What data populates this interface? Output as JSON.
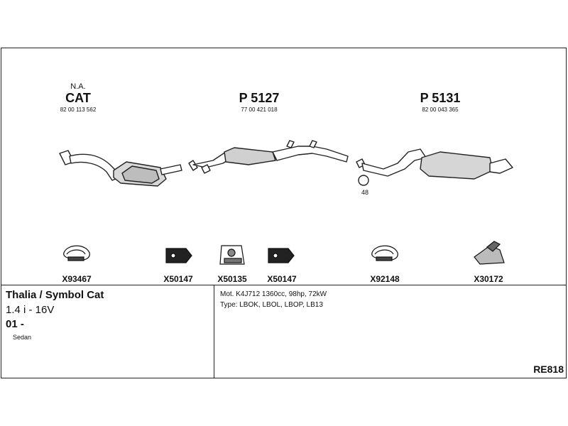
{
  "parts": [
    {
      "note": "N.A.",
      "code": "CAT",
      "number": "82 00 113 562"
    },
    {
      "note": "",
      "code": "P 5127",
      "number": "77 00 421 018"
    },
    {
      "note": "",
      "code": "P 5131",
      "number": "82 00 043 365"
    }
  ],
  "hanger_count": "48",
  "accessories": [
    {
      "code": "X93467",
      "icon": "clamp-icon"
    },
    {
      "code": "X50147",
      "icon": "rubber-hanger-icon"
    },
    {
      "code": "X50135",
      "icon": "bracket-icon"
    },
    {
      "code": "X50147",
      "icon": "rubber-hanger-icon"
    },
    {
      "code": "X92148",
      "icon": "clamp-icon"
    },
    {
      "code": "X30172",
      "icon": "mounting-bracket-icon"
    }
  ],
  "vehicle": {
    "model": "Thalia / Symbol Cat",
    "engine": "1.4 i - 16V",
    "year": "01 -",
    "body": "Sedan"
  },
  "specs": {
    "motor": "Mot. K4J712 1360cc, 98hp, 72kW",
    "type": "Type: LBOK, LBOL, LBOP, LB13"
  },
  "reference": "RE818"
}
